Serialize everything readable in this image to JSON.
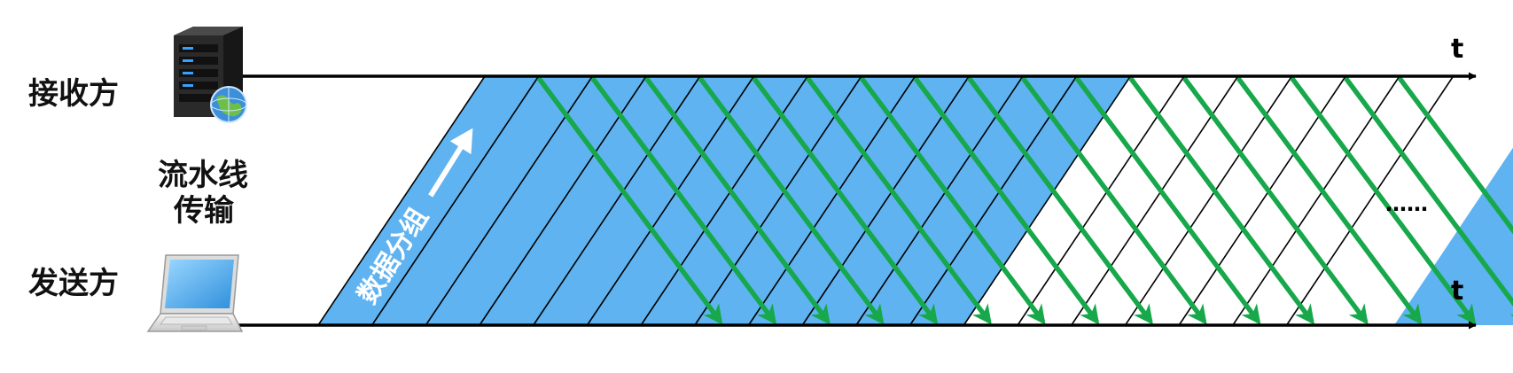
{
  "labels": {
    "receiver": "接收方",
    "sender": "发送方",
    "mode_line1": "流水线",
    "mode_line2": "传输",
    "packets": "数据分组",
    "time_top": "t",
    "time_bottom": "t",
    "ellipsis": "……"
  },
  "icons": {
    "receiver_icon": "server-icon",
    "sender_icon": "laptop-icon"
  },
  "colors": {
    "packet_fill": "#5fb3f0",
    "ack_arrow": "#16a84a",
    "axis": "#000000"
  },
  "blocks": [
    {
      "start": 0,
      "end": 12
    },
    {
      "start": 20,
      "end": 37
    },
    {
      "start": 45,
      "end": 50
    }
  ],
  "packet_count": 19,
  "ack_count": 17
}
